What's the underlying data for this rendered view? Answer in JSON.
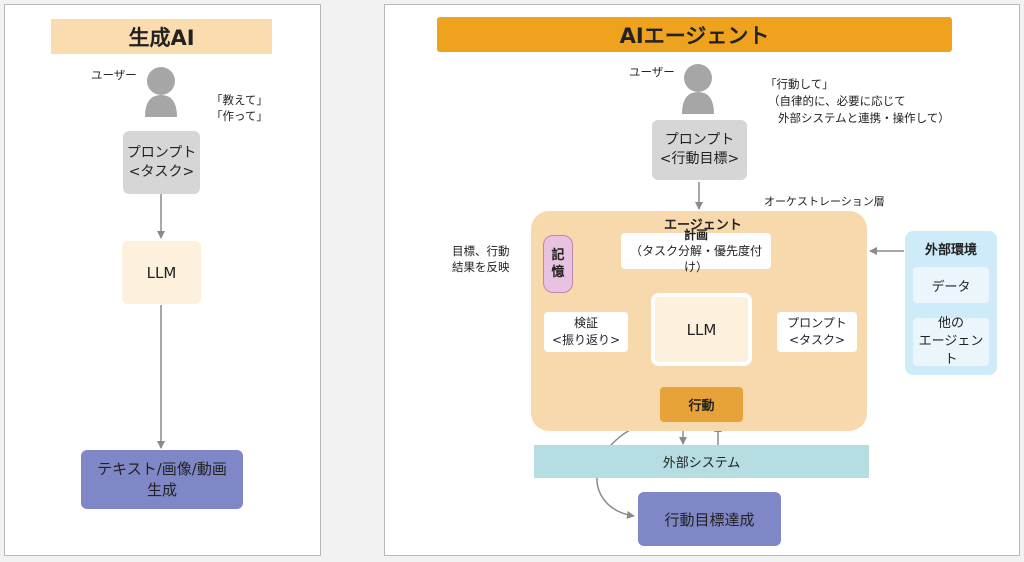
{
  "left": {
    "title": "生成AI",
    "user_label": "ユーザー",
    "user_note_1": "「教えて」",
    "user_note_2": "「作って」",
    "prompt_line1": "プロンプト",
    "prompt_line2": "<タスク>",
    "llm": "LLM",
    "output_line1": "テキスト/画像/動画",
    "output_line2": "生成"
  },
  "right": {
    "title": "AIエージェント",
    "user_label": "ユーザー",
    "user_note_1": "「行動して」",
    "user_note_2": "（自律的に、必要に応じて",
    "user_note_3": "外部システムと連携・操作して）",
    "prompt_line1": "プロンプト",
    "prompt_line2": "<行動目標>",
    "orchestration": "オーケストレーション層",
    "agent_title": "エージェント",
    "plan_line1": "計画",
    "plan_line2": "（タスク分解・優先度付け）",
    "memory_line1": "記",
    "memory_line2": "憶",
    "reflect_line1": "目標、行動",
    "reflect_line2": "結果を反映",
    "verify_line1": "検証",
    "verify_line2": "<振り返り>",
    "llm": "LLM",
    "task_prompt_line1": "プロンプト",
    "task_prompt_line2": "<タスク>",
    "action": "行動",
    "external_env_title": "外部環境",
    "external_env_data": "データ",
    "external_env_agents_line1": "他の",
    "external_env_agents_line2": "エージェント",
    "external_system": "外部システム",
    "goal_achieved": "行動目標達成"
  },
  "colors": {
    "left_title_bg": "#fbdcae",
    "right_title_bg": "#eea21d",
    "gray_box": "#d6d6d6",
    "llm_light": "#fdf0dc",
    "purple_box": "#7f87c7",
    "orchestration_bg": "#f7d9ad",
    "action_bg": "#e8a23a",
    "memory_bg": "#e8c2e0",
    "external_env_bg": "#cdebf8",
    "external_system_bg": "#b6dde2",
    "arrow": "#8a8a8a",
    "orange_arrow": "#e8a23a"
  }
}
